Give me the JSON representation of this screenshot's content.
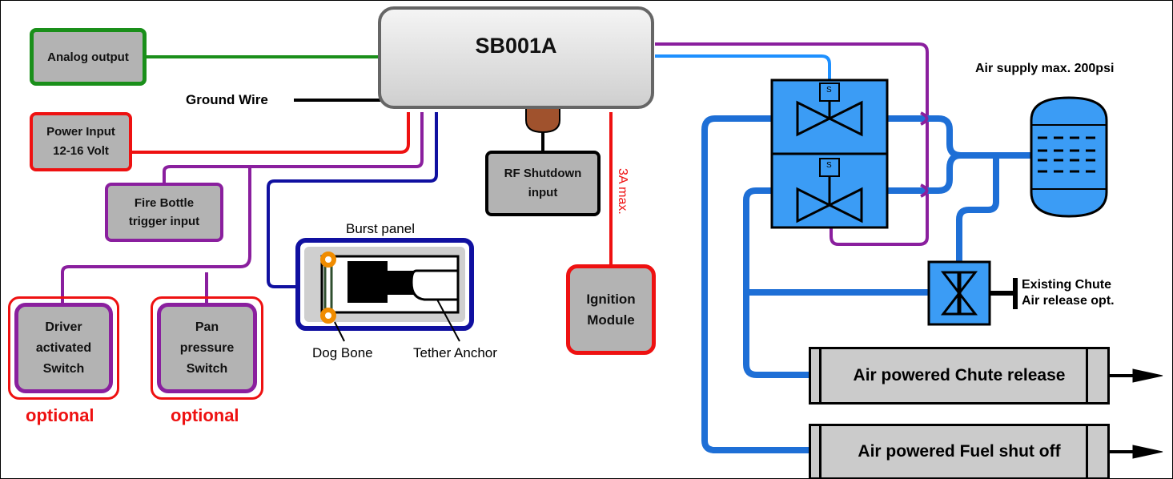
{
  "controller": {
    "label": "SB001A"
  },
  "inputs": {
    "analog_output": "Analog output",
    "ground_wire": "Ground Wire",
    "power_input": "Power Input\n12-16 Volt",
    "fire_bottle": "Fire Bottle\ntrigger input",
    "driver_switch": "Driver\nactivated\nSwitch",
    "pan_switch": "Pan\npressure\nSwitch",
    "optional_1": "optional",
    "optional_2": "optional"
  },
  "burst_panel": {
    "title": "Burst panel",
    "dog_bone": "Dog Bone",
    "tether_anchor": "Tether Anchor"
  },
  "rf_shutdown": "RF Shutdown\ninput",
  "ignition": {
    "label": "Ignition\nModule",
    "current_note": "3A max."
  },
  "pneumatics": {
    "air_supply": "Air supply max. 200psi",
    "solenoid_tag": "S",
    "existing_chute": "Existing Chute\nAir release opt.",
    "chute_release": "Air powered Chute release",
    "fuel_shutoff": "Air powered Fuel shut off"
  },
  "colors": {
    "green": "#1a8f1a",
    "red": "#ee1111",
    "purple": "#8a1f9e",
    "navy": "#1010a0",
    "blue": "#1e6fd6",
    "light_blue": "#1e90ff",
    "valve_blue": "#3b9cf5",
    "orange": "#f08c00",
    "brown": "#a0522d"
  }
}
